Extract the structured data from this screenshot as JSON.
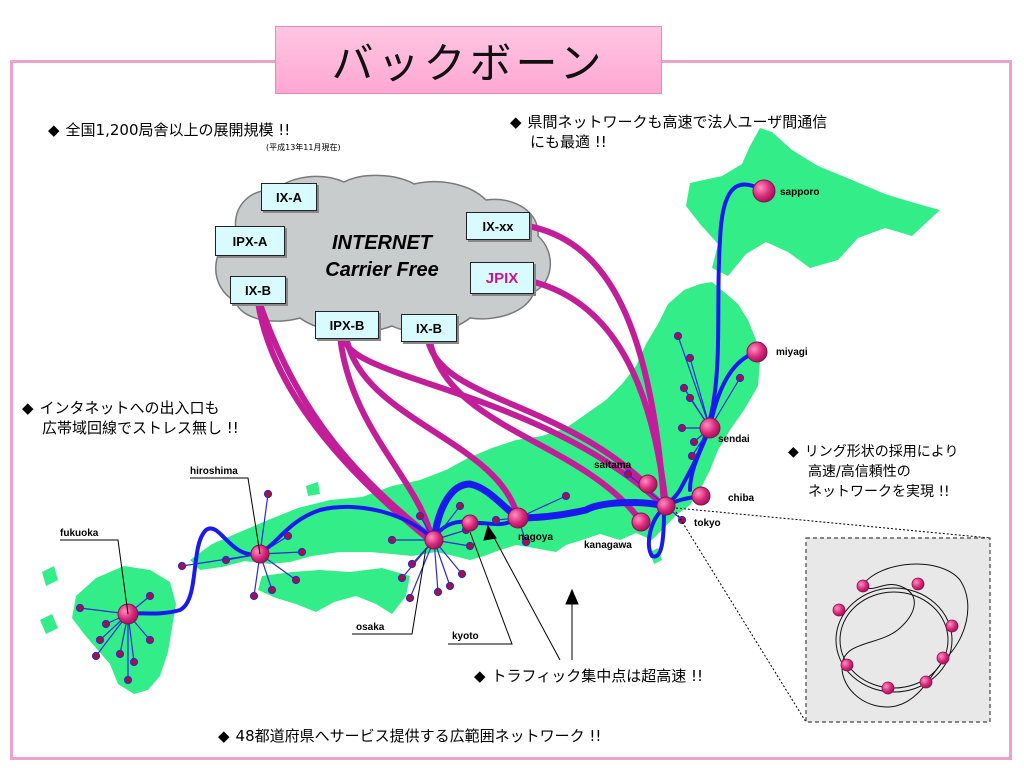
{
  "title": "バックボーン",
  "notes": {
    "n1": "全国1,200局舎以上の展開規模 !!",
    "n1_sub": "(平成13年11月現在)",
    "n2_line1": "県間ネットワークも高速で法人ユーザ間通信",
    "n2_line2": "にも最適 !!",
    "n3_line1": "インタネットへの出入口も",
    "n3_line2": "広帯域回線でストレス無し !!",
    "n4_line1": "リング形状の採用により",
    "n4_line2": "高速/高信頼性の",
    "n4_line3": "ネットワークを実現 !!",
    "n5": "トラフィック集中点は超高速 !!",
    "n6": "48都道府県へサービス提供する広範囲ネットワーク !!",
    "bullet": "◆"
  },
  "cloud": {
    "line1": "INTERNET",
    "line2": "Carrier Free",
    "exchanges": [
      "IX-A",
      "IPX-A",
      "IX-B",
      "IPX-B",
      "IX-B",
      "IX-xx",
      "JPIX"
    ]
  },
  "cities": {
    "sapporo": "sapporo",
    "miyagi": "miyagi",
    "sendai": "sendai",
    "saitama": "saitama",
    "chiba": "chiba",
    "tokyo": "tokyo",
    "kanagawa": "kanagawa",
    "nagoya": "nagoya",
    "kyoto": "kyoto",
    "osaka": "osaka",
    "hiroshima": "hiroshima",
    "fukuoka": "fukuoka"
  },
  "colors": {
    "land": "#33ee88",
    "backbone": "#1a1aee",
    "uplink": "#c21e9a",
    "node": "#d8287a",
    "jpix_text": "#cc1199",
    "title_bg": "#ffb6d9"
  }
}
